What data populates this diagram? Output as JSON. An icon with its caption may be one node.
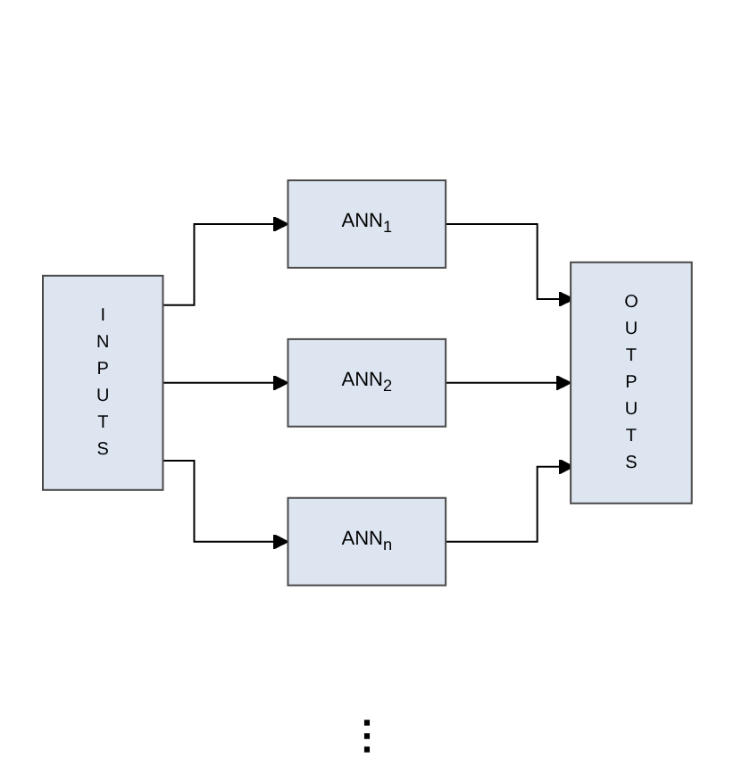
{
  "diagram": {
    "nodes": [
      {
        "text": [
          "INPUTS"
        ]
      },
      {
        "text": [
          "ANN$_{1}$"
        ]
      },
      {
        "text": [
          "ANN$_{2}$"
        ]
      },
      {
        "text": [
          "ANN$_{n}$"
        ]
      },
      {
        "text": [
          "OUTPUTS"
        ]
      }
    ],
    "edges": [
      {
        "from": 0,
        "to": 1,
        "arrow": "to"
      },
      {
        "from": 0,
        "to": 2,
        "arrow": "to"
      },
      {
        "from": 0,
        "to": 3,
        "arrow": "to"
      },
      {
        "from": 1,
        "to": 4,
        "arrow": "to"
      },
      {
        "from": 2,
        "to": 4,
        "arrow": "to"
      },
      {
        "from": 3,
        "to": 4,
        "arrow": "to"
      }
    ],
    "labels": [
      "⋮"
    ]
  }
}
